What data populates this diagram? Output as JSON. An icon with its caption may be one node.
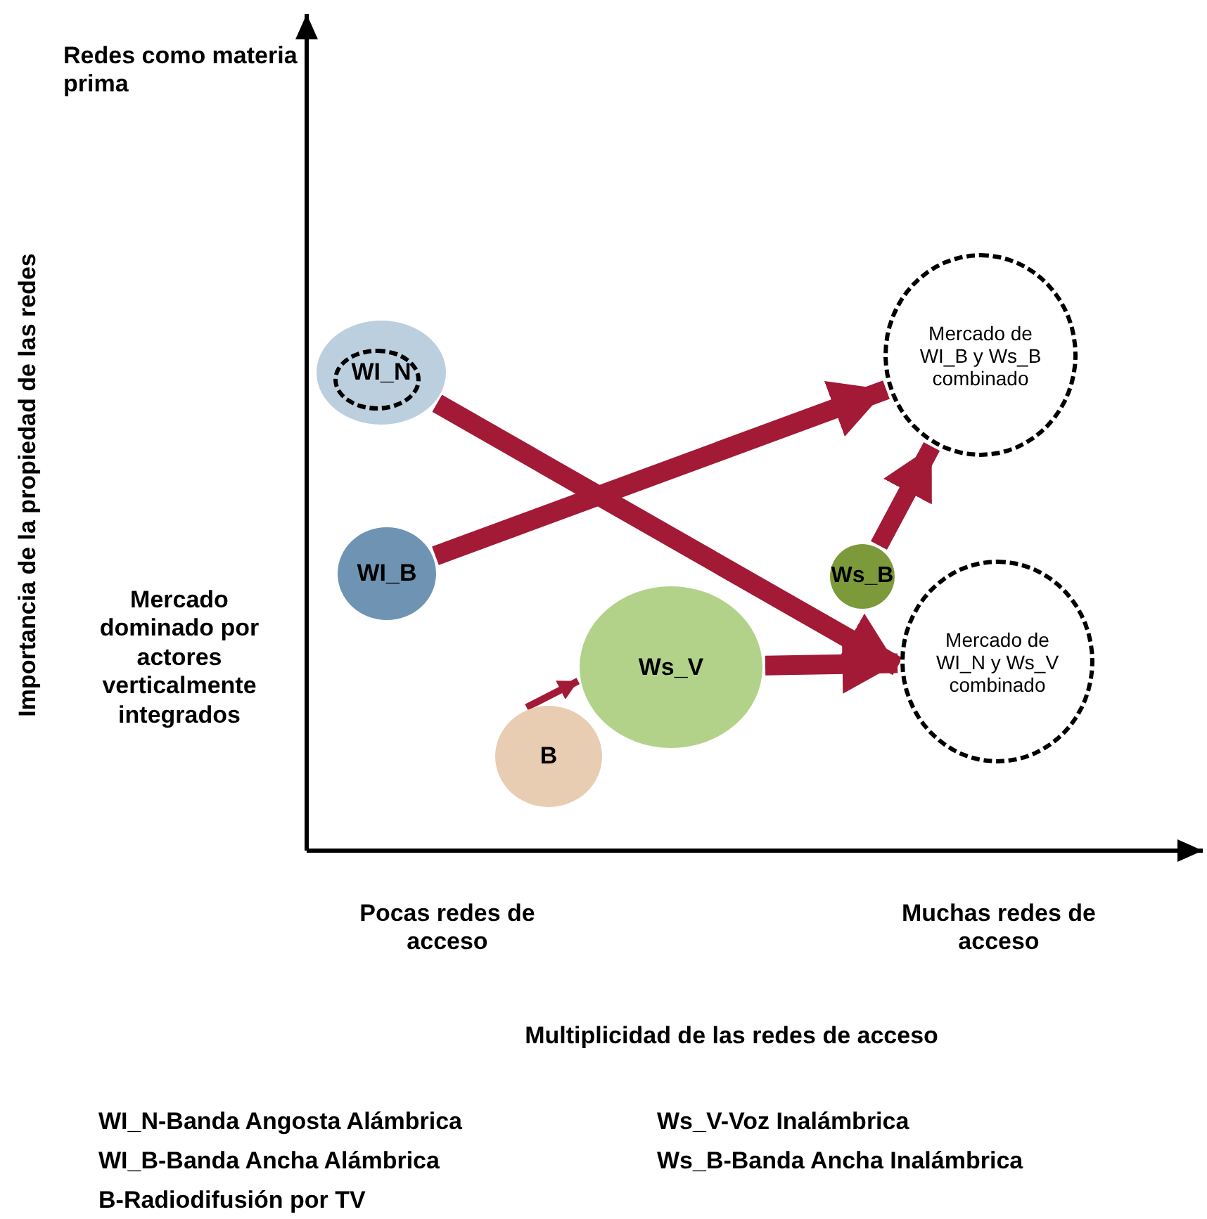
{
  "diagram": {
    "nodes": [
      {
        "text": [
          "WI_N"
        ]
      },
      {
        "text": [
          "WI_B"
        ]
      },
      {
        "text": [
          "Ws_V"
        ]
      },
      {
        "text": [
          "B"
        ]
      },
      {
        "text": [
          "Ws_B"
        ]
      },
      {
        "text": [
          "Mercado de WI_B y Ws_B combinado"
        ]
      },
      {
        "text": [
          "Mercado de WI_N y Ws_V combinado"
        ]
      }
    ],
    "edges": [
      {
        "from": 0,
        "to": 6,
        "arrow": "to"
      },
      {
        "from": 1,
        "to": 5,
        "arrow": "to"
      },
      {
        "from": 3,
        "to": 2,
        "arrow": "to"
      },
      {
        "from": 2,
        "to": 6,
        "arrow": "to"
      },
      {
        "from": 4,
        "to": 5,
        "arrow": "to"
      }
    ],
    "labels": [
      "Redes como materia prima",
      "Importancia de la propiedad de las redes",
      "Mercado dominado por actores verticalmente integrados",
      "Pocas redes de acceso",
      "Muchas redes de acceso",
      "Multiplicidad de las redes de acceso",
      "WI_N-Banda Angosta Alámbrica",
      "Ws_V-Voz Inalámbrica",
      "WI_B-Banda Ancha Alámbrica",
      "Ws_B-Banda Ancha Inalámbrica",
      "B-Radiodifusión por TV"
    ]
  }
}
